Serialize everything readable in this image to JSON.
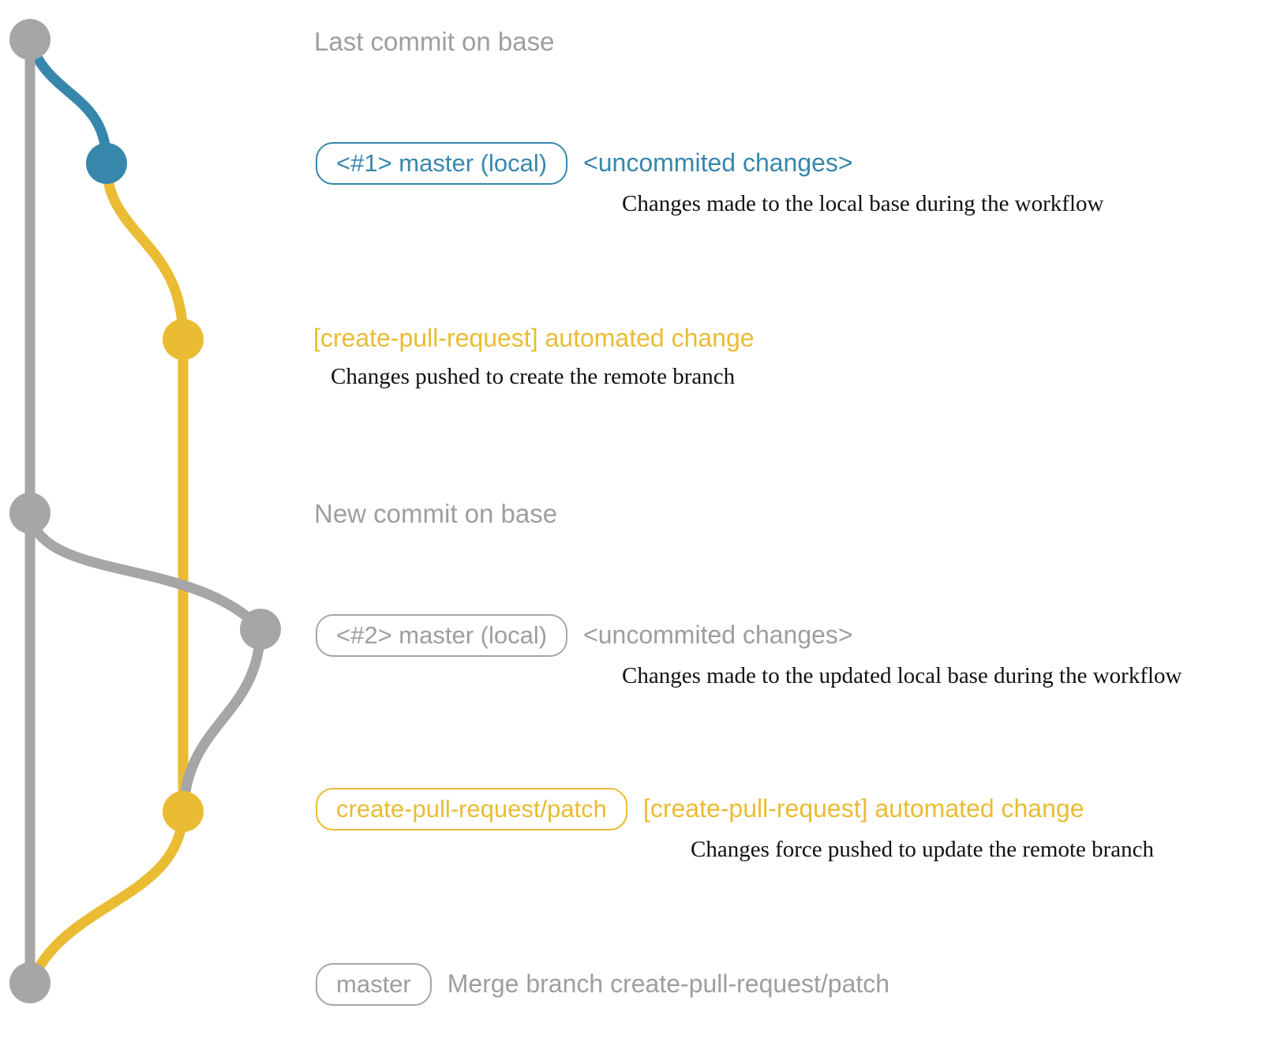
{
  "colors": {
    "gray_line": "#a6a6a6",
    "gray_text": "#9e9e9e",
    "blue": "#3787ad",
    "yellow": "#eabc33",
    "description_text": "#111111"
  },
  "rows": {
    "last_commit": {
      "label": "Last commit on base"
    },
    "commit1": {
      "badge": "<#1> master (local)",
      "title": "<uncommited changes>",
      "description": "Changes made to the local base during the workflow"
    },
    "push1": {
      "title": "[create-pull-request] automated change",
      "description": "Changes pushed to create the remote branch"
    },
    "new_commit": {
      "label": "New commit on base"
    },
    "commit2": {
      "badge": "<#2> master (local)",
      "title": "<uncommited changes>",
      "description": "Changes made to the updated local base during the workflow"
    },
    "push2": {
      "badge": "create-pull-request/patch",
      "title": "[create-pull-request] automated change",
      "description": "Changes force pushed to update the remote branch"
    },
    "merge": {
      "badge": "master",
      "title": "Merge branch create-pull-request/patch"
    }
  }
}
